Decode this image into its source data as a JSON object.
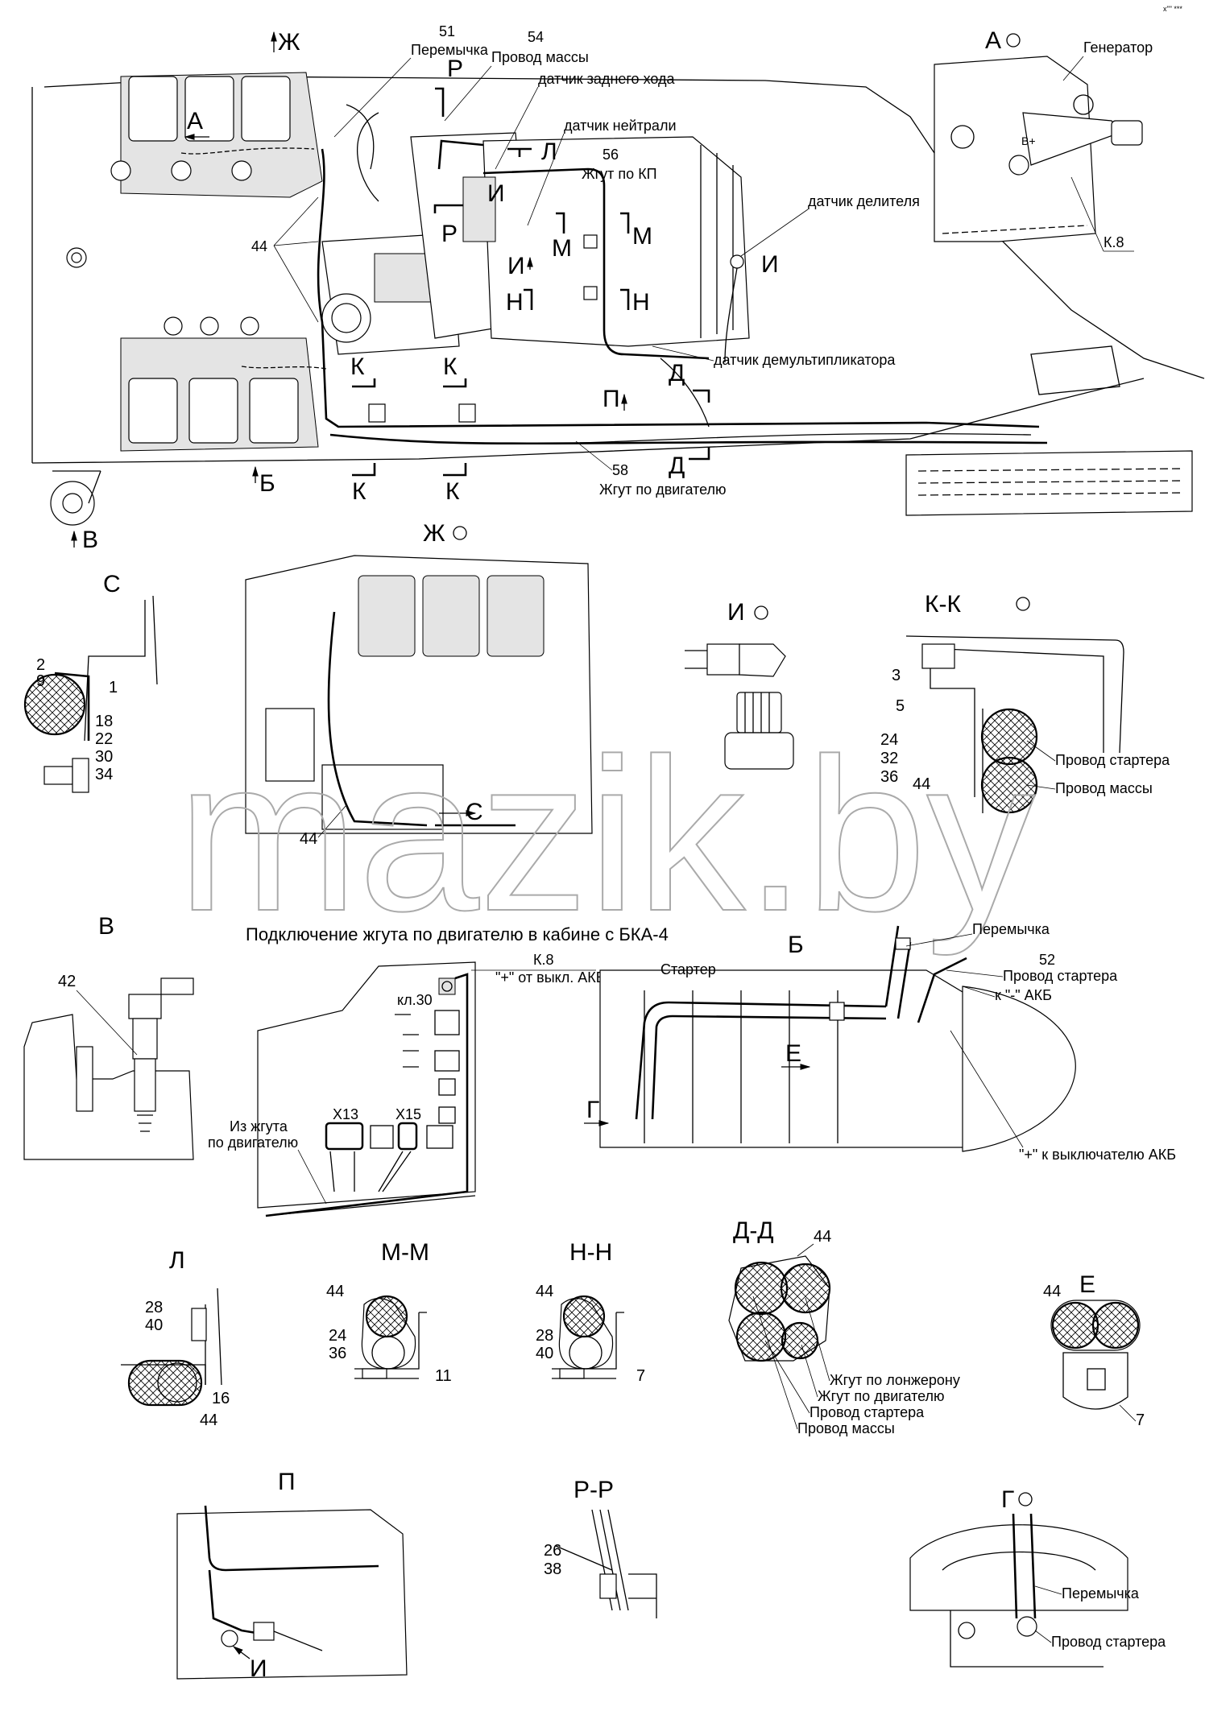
{
  "watermark": "mazik.by",
  "corner_mark": "х\"\" ***",
  "main_view": {
    "view_letters": {
      "zh": "Ж",
      "a": "А",
      "b": "Б",
      "v": "В",
      "r_top": "Р",
      "r_bot": "Р",
      "l": "Л",
      "i1": "И",
      "i2": "И",
      "i3": "И",
      "m1": "М",
      "m2": "М",
      "n1": "Н",
      "n2": "Н",
      "k1": "К",
      "k2": "К",
      "k3": "К",
      "k4": "К",
      "p": "П",
      "d1": "Д",
      "d2": "Д"
    },
    "callouts": {
      "n51": "51",
      "peremychka": "Перемычка",
      "n54": "54",
      "provod_massy": "Провод массы",
      "zadniy_hod": "датчик заднего хода",
      "neytrali": "датчик нейтрали",
      "n56": "56",
      "zhgut_kp": "Жгут по КП",
      "n44": "44",
      "delitel": "датчик делителя",
      "demultiplikator": "датчик демультипликатора",
      "n58": "58",
      "zhgut_dvigatel": "Жгут по двигателю"
    }
  },
  "view_a": {
    "title": "А",
    "generator": "Генератор",
    "b_plus": "В+",
    "k8": "К.8"
  },
  "view_c": {
    "title": "С",
    "parts": [
      "2",
      "9",
      "1",
      "18",
      "22",
      "30",
      "34"
    ]
  },
  "view_zh": {
    "title": "Ж",
    "n44": "44",
    "c_arrow": "С"
  },
  "view_i": {
    "title": "И"
  },
  "view_kk": {
    "title": "К-К",
    "parts": [
      "3",
      "5",
      "24",
      "32",
      "36",
      "44"
    ],
    "provod_startera": "Провод стартера",
    "provod_massy": "Провод массы"
  },
  "view_v": {
    "title": "В",
    "n42": "42"
  },
  "bka": {
    "caption": "Подключение жгута по двигателю в кабине с БКА-4",
    "k8": "К.8",
    "plus_akb": "\"+\" от выкл. АКБ",
    "kl30": "кл.30",
    "x13": "X13",
    "x15": "X15",
    "iz_zhguta": "Из жгута",
    "po_dvigatelyu": "по двигателю"
  },
  "view_b": {
    "title": "Б",
    "peremychka": "Перемычка",
    "starter": "Стартер",
    "n52": "52",
    "provod_startera": "Провод стартера",
    "minus_akb": "к \"-\" АКБ",
    "e_arrow": "Е",
    "g_arrow": "Г",
    "plus_vykl": "\"+\" к выключателю АКБ"
  },
  "view_l": {
    "title": "Л",
    "parts": [
      "28",
      "40",
      "16",
      "44"
    ]
  },
  "view_mm": {
    "title": "М-М",
    "parts": [
      "44",
      "24",
      "36",
      "11"
    ]
  },
  "view_nn": {
    "title": "Н-Н",
    "parts": [
      "44",
      "28",
      "40",
      "7"
    ]
  },
  "view_dd": {
    "title": "Д-Д",
    "n44": "44",
    "zhgut_lonzheron": "Жгут по лонжерону",
    "zhgut_dvigatel": "Жгут по двигателю",
    "provod_startera": "Провод стартера",
    "provod_massy": "Провод массы"
  },
  "view_e": {
    "title": "Е",
    "n44": "44",
    "n7": "7"
  },
  "view_p": {
    "title": "П",
    "i_label": "И"
  },
  "view_rr": {
    "title": "Р-Р",
    "parts": [
      "26",
      "38"
    ]
  },
  "view_g": {
    "title": "Г",
    "peremychka": "Перемычка",
    "provod_startera": "Провод стартера"
  }
}
